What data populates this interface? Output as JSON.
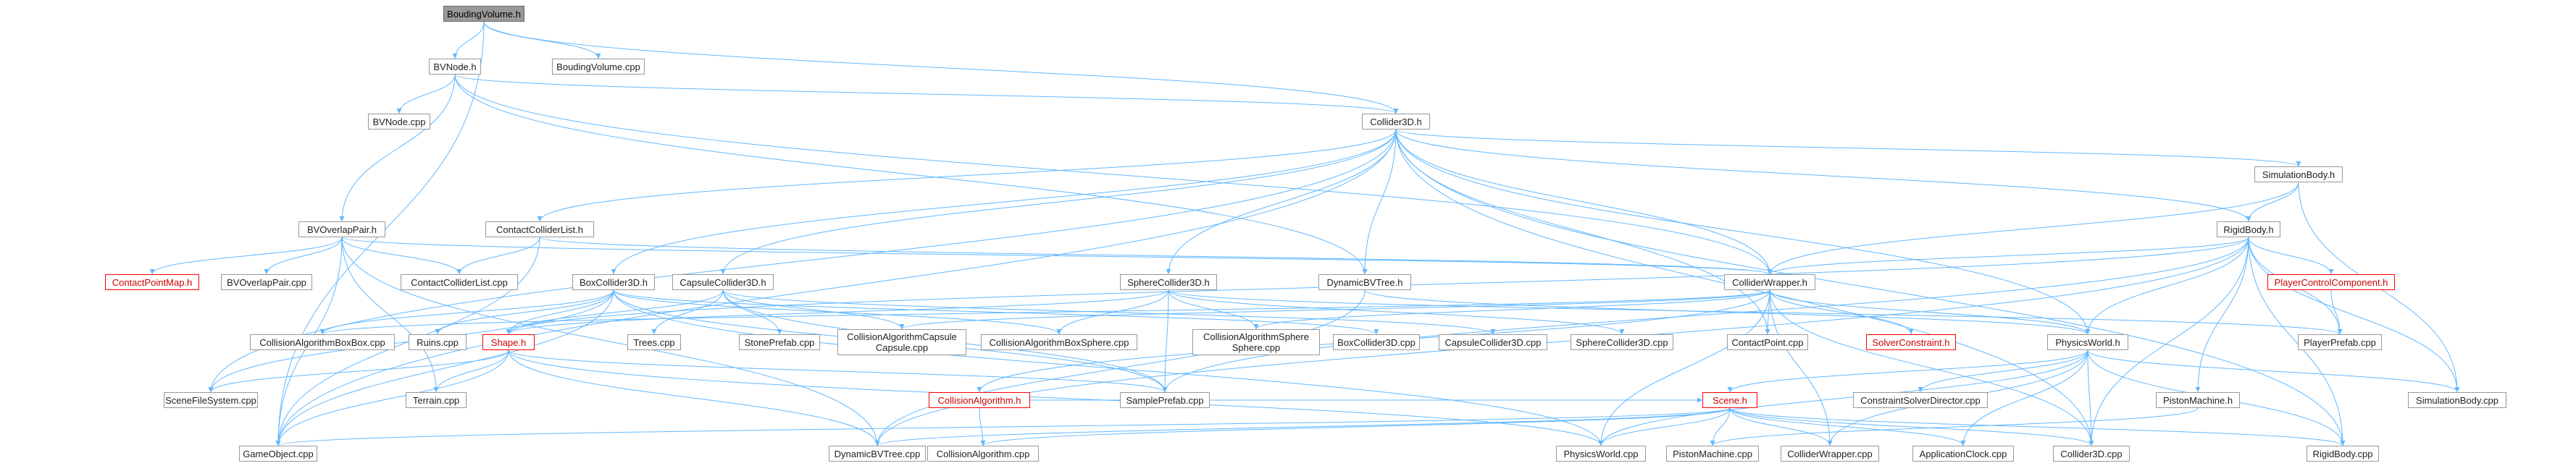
{
  "diagram": {
    "nodes": {
      "bouding_h": "BoudingVolume.h",
      "bouding_cpp": "BoudingVolume.cpp",
      "bvnode_h": "BVNode.h",
      "bvnode_cpp": "BVNode.cpp",
      "collider3d_h": "Collider3D.h",
      "simulationbody_h": "SimulationBody.h",
      "rigidbody_h": "RigidBody.h",
      "bvoverlappair_h": "BVOverlapPair.h",
      "contactcolliderlist_h": "ContactColliderList.h",
      "contactpointmap_h": "ContactPointMap.h",
      "bvoverlappair_cpp": "BVOverlapPair.cpp",
      "contactcolliderlist_cpp": "ContactColliderList.cpp",
      "dynamicbvtree_h": "DynamicBVTree.h",
      "boxcollider3d_h": "BoxCollider3D.h",
      "capsulecollider3d_h": "CapsuleCollider3D.h",
      "spherecollider3d_h": "SphereCollider3D.h",
      "colliderwrapper_h": "ColliderWrapper.h",
      "playercontrolcomponent_h": "PlayerControlComponent.h",
      "playerprefab_cpp": "PlayerPrefab.cpp",
      "collisionalgorithmboxbox_cpp": "CollisionAlgorithmBoxBox.cpp",
      "ruins_cpp": "Ruins.cpp",
      "shape_h": "Shape.h",
      "trees_cpp": "Trees.cpp",
      "stoneprefab_cpp": "StonePrefab.cpp",
      "collisionalgorithmcapsulecapsule_cpp_line1": "CollisionAlgorithmCapsule",
      "collisionalgorithmcapsulecapsule_cpp_line2": "Capsule.cpp",
      "collisionalgorithmboxsphere_cpp": "CollisionAlgorithmBoxSphere.cpp",
      "collisionalgorithmspheresphere_cpp_line1": "CollisionAlgorithmSphere",
      "collisionalgorithmspheresphere_cpp_line2": "Sphere.cpp",
      "boxcollider3d_cpp": "BoxCollider3D.cpp",
      "capsulecollider3d_cpp": "CapsuleCollider3D.cpp",
      "spherecollider3d_cpp": "SphereCollider3D.cpp",
      "contactpoint_cpp": "ContactPoint.cpp",
      "solverconstraint_h": "SolverConstraint.h",
      "physicsworld_h": "PhysicsWorld.h",
      "scenefilesystem_cpp": "SceneFileSystem.cpp",
      "terrain_cpp": "Terrain.cpp",
      "sampleprefab_cpp": "SamplePrefab.cpp",
      "collisionalgorithm_h": "CollisionAlgorithm.h",
      "scene_h": "Scene.h",
      "constraintsolverdirector_cpp": "ConstraintSolverDirector.cpp",
      "pistonmachine_h": "PistonMachine.h",
      "simulationbody_cpp": "SimulationBody.cpp",
      "gameobject_cpp": "GameObject.cpp",
      "dynamicbvtree_cpp": "DynamicBVTree.cpp",
      "collisionalgorithm_cpp": "CollisionAlgorithm.cpp",
      "physicsworld_cpp": "PhysicsWorld.cpp",
      "pistonmachine_cpp": "PistonMachine.cpp",
      "colliderwrapper_cpp": "ColliderWrapper.cpp",
      "applicationclock_cpp": "ApplicationClock.cpp",
      "collider3d_cpp": "Collider3D.cpp",
      "rigidbody_cpp": "RigidBody.cpp"
    },
    "colors": {
      "edge": "#63b8ff",
      "node_border": "#999999",
      "root_fill": "#999999",
      "highlight_border": "#ff0000",
      "highlight_text": "#cc0000"
    },
    "edges": [
      [
        "bouding_h",
        "bvnode_h"
      ],
      [
        "bouding_h",
        "bouding_cpp"
      ],
      [
        "bouding_h",
        "collider3d_h"
      ],
      [
        "bouding_h",
        "gameobject_cpp"
      ],
      [
        "bvnode_h",
        "bvnode_cpp"
      ],
      [
        "bvnode_h",
        "collider3d_h"
      ],
      [
        "bvnode_h",
        "bvoverlappair_h"
      ],
      [
        "bvnode_h",
        "dynamicbvtree_h"
      ],
      [
        "bvnode_h",
        "colliderwrapper_h"
      ],
      [
        "collider3d_h",
        "simulationbody_h"
      ],
      [
        "collider3d_h",
        "rigidbody_h"
      ],
      [
        "collider3d_h",
        "contactcolliderlist_h"
      ],
      [
        "collider3d_h",
        "dynamicbvtree_h"
      ],
      [
        "collider3d_h",
        "boxcollider3d_h"
      ],
      [
        "collider3d_h",
        "capsulecollider3d_h"
      ],
      [
        "collider3d_h",
        "spherecollider3d_h"
      ],
      [
        "collider3d_h",
        "colliderwrapper_h"
      ],
      [
        "collider3d_h",
        "physicsworld_h"
      ],
      [
        "collider3d_h",
        "contactpoint_cpp"
      ],
      [
        "collider3d_h",
        "scenefilesystem_cpp"
      ],
      [
        "collider3d_h",
        "gameobject_cpp"
      ],
      [
        "collider3d_h",
        "collider3d_cpp"
      ],
      [
        "collider3d_h",
        "rigidbody_cpp"
      ],
      [
        "simulationbody_h",
        "rigidbody_h"
      ],
      [
        "simulationbody_h",
        "colliderwrapper_h"
      ],
      [
        "simulationbody_h",
        "simulationbody_cpp"
      ],
      [
        "rigidbody_h",
        "colliderwrapper_h"
      ],
      [
        "rigidbody_h",
        "playercontrolcomponent_h"
      ],
      [
        "rigidbody_h",
        "playerprefab_cpp"
      ],
      [
        "rigidbody_h",
        "physicsworld_h"
      ],
      [
        "rigidbody_h",
        "pistonmachine_h"
      ],
      [
        "rigidbody_h",
        "simulationbody_cpp"
      ],
      [
        "rigidbody_h",
        "rigidbody_cpp"
      ],
      [
        "rigidbody_h",
        "collider3d_cpp"
      ],
      [
        "rigidbody_h",
        "shape_h"
      ],
      [
        "rigidbody_h",
        "sampleprefab_cpp"
      ],
      [
        "rigidbody_h",
        "dynamicbvtree_cpp"
      ],
      [
        "playercontrolcomponent_h",
        "playerprefab_cpp"
      ],
      [
        "bvoverlappair_h",
        "contactpointmap_h"
      ],
      [
        "bvoverlappair_h",
        "bvoverlappair_cpp"
      ],
      [
        "bvoverlappair_h",
        "contactcolliderlist_cpp"
      ],
      [
        "bvoverlappair_h",
        "colliderwrapper_h"
      ],
      [
        "bvoverlappair_h",
        "terrain_cpp"
      ],
      [
        "bvoverlappair_h",
        "dynamicbvtree_cpp"
      ],
      [
        "bvoverlappair_h",
        "gameobject_cpp"
      ],
      [
        "contactcolliderlist_h",
        "contactcolliderlist_cpp"
      ],
      [
        "contactcolliderlist_h",
        "colliderwrapper_h"
      ],
      [
        "contactcolliderlist_h",
        "gameobject_cpp"
      ],
      [
        "dynamicbvtree_h",
        "physicsworld_h"
      ],
      [
        "dynamicbvtree_h",
        "dynamicbvtree_cpp"
      ],
      [
        "boxcollider3d_h",
        "collisionalgorithmboxbox_cpp"
      ],
      [
        "boxcollider3d_h",
        "ruins_cpp"
      ],
      [
        "boxcollider3d_h",
        "shape_h"
      ],
      [
        "boxcollider3d_h",
        "collisionalgorithmboxsphere_cpp"
      ],
      [
        "boxcollider3d_h",
        "boxcollider3d_cpp"
      ],
      [
        "boxcollider3d_h",
        "sampleprefab_cpp"
      ],
      [
        "boxcollider3d_h",
        "scenefilesystem_cpp"
      ],
      [
        "boxcollider3d_h",
        "gameobject_cpp"
      ],
      [
        "boxcollider3d_h",
        "physicsworld_cpp"
      ],
      [
        "capsulecollider3d_h",
        "trees_cpp"
      ],
      [
        "capsulecollider3d_h",
        "stoneprefab_cpp"
      ],
      [
        "capsulecollider3d_h",
        "collisionalgorithmcapsulecapsule_cpp"
      ],
      [
        "capsulecollider3d_h",
        "capsulecollider3d_cpp"
      ],
      [
        "capsulecollider3d_h",
        "shape_h"
      ],
      [
        "capsulecollider3d_h",
        "sampleprefab_cpp"
      ],
      [
        "spherecollider3d_h",
        "collisionalgorithmspheresphere_cpp"
      ],
      [
        "spherecollider3d_h",
        "collisionalgorithmboxsphere_cpp"
      ],
      [
        "spherecollider3d_h",
        "spherecollider3d_cpp"
      ],
      [
        "spherecollider3d_h",
        "shape_h"
      ],
      [
        "spherecollider3d_h",
        "sampleprefab_cpp"
      ],
      [
        "spherecollider3d_h",
        "playerprefab_cpp"
      ],
      [
        "colliderwrapper_h",
        "contactpoint_cpp"
      ],
      [
        "colliderwrapper_h",
        "solverconstraint_h"
      ],
      [
        "colliderwrapper_h",
        "physicsworld_h"
      ],
      [
        "colliderwrapper_h",
        "collisionalgorithm_h"
      ],
      [
        "colliderwrapper_h",
        "collisionalgorithmboxbox_cpp"
      ],
      [
        "colliderwrapper_h",
        "collisionalgorithmcapsulecapsule_cpp"
      ],
      [
        "colliderwrapper_h",
        "collisionalgorithmspheresphere_cpp"
      ],
      [
        "colliderwrapper_h",
        "colliderwrapper_cpp"
      ],
      [
        "colliderwrapper_h",
        "collider3d_cpp"
      ],
      [
        "colliderwrapper_h",
        "physicsworld_cpp"
      ],
      [
        "shape_h",
        "scenefilesystem_cpp"
      ],
      [
        "shape_h",
        "terrain_cpp"
      ],
      [
        "shape_h",
        "sampleprefab_cpp"
      ],
      [
        "shape_h",
        "gameobject_cpp"
      ],
      [
        "shape_h",
        "dynamicbvtree_cpp"
      ],
      [
        "shape_h",
        "physicsworld_cpp"
      ],
      [
        "physicsworld_h",
        "scene_h"
      ],
      [
        "physicsworld_h",
        "constraintsolverdirector_cpp"
      ],
      [
        "physicsworld_h",
        "simulationbody_cpp"
      ],
      [
        "physicsworld_h",
        "physicsworld_cpp"
      ],
      [
        "physicsworld_h",
        "applicationclock_cpp"
      ],
      [
        "physicsworld_h",
        "collider3d_cpp"
      ],
      [
        "physicsworld_h",
        "rigidbody_cpp"
      ],
      [
        "physicsworld_h",
        "colliderwrapper_cpp"
      ],
      [
        "collisionalgorithm_h",
        "collisionalgorithm_cpp"
      ],
      [
        "collisionalgorithm_h",
        "scene_h"
      ],
      [
        "scene_h",
        "gameobject_cpp"
      ],
      [
        "scene_h",
        "dynamicbvtree_cpp"
      ],
      [
        "scene_h",
        "collisionalgorithm_cpp"
      ],
      [
        "scene_h",
        "physicsworld_cpp"
      ],
      [
        "scene_h",
        "pistonmachine_cpp"
      ],
      [
        "scene_h",
        "colliderwrapper_cpp"
      ],
      [
        "scene_h",
        "applicationclock_cpp"
      ],
      [
        "scene_h",
        "collider3d_cpp"
      ],
      [
        "scene_h",
        "rigidbody_cpp"
      ],
      [
        "pistonmachine_h",
        "pistonmachine_cpp"
      ]
    ]
  }
}
